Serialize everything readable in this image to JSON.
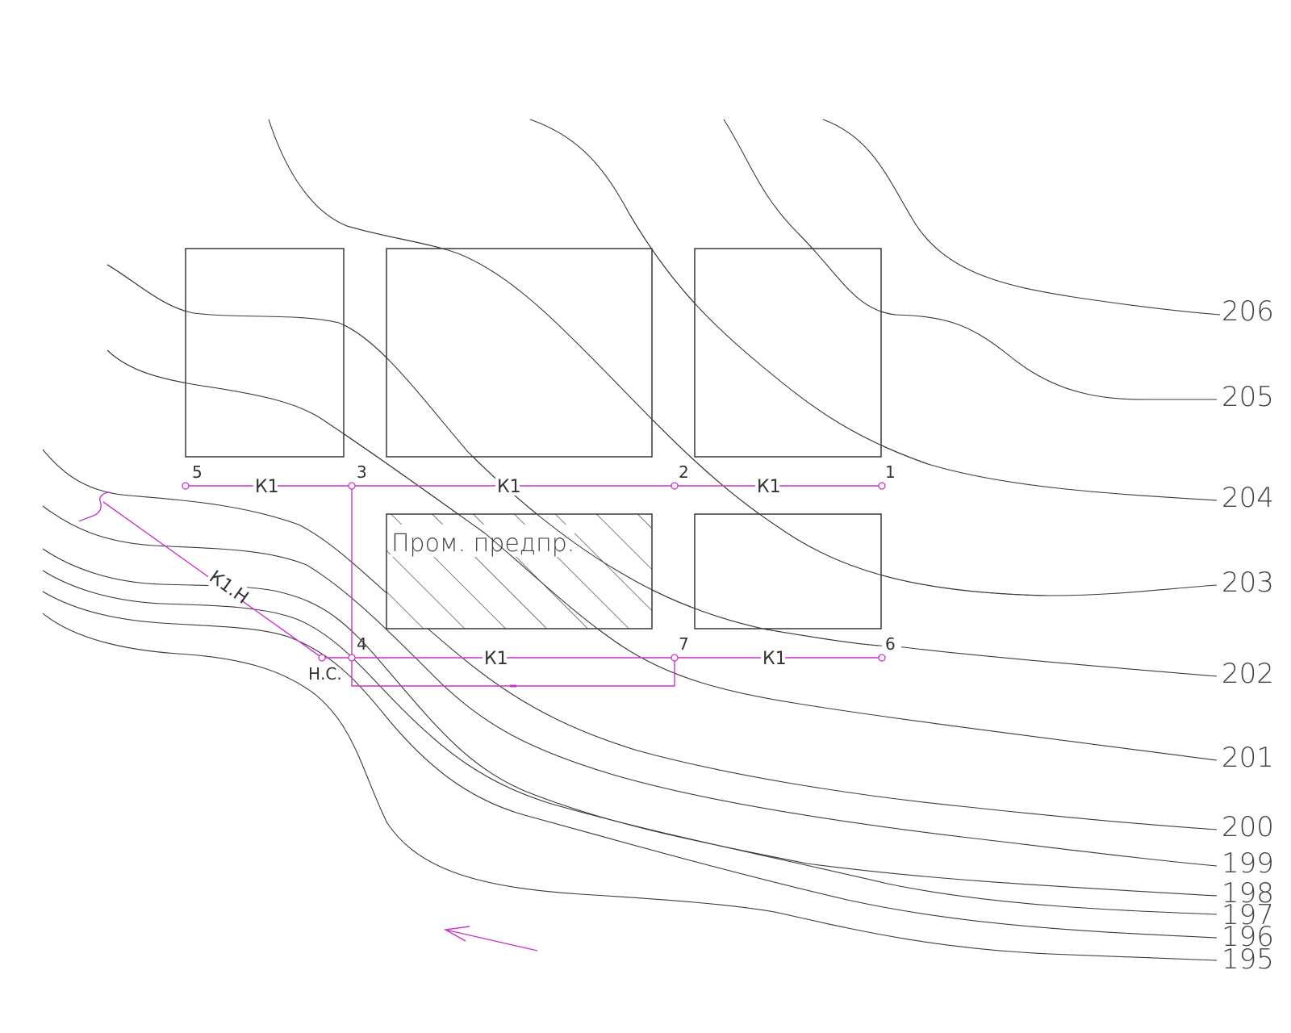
{
  "colors": {
    "contour": "#3a3a3a",
    "network": "#cc33cc",
    "text": "#333333",
    "background": "#ffffff"
  },
  "contours": [
    {
      "id": "206",
      "label": "206"
    },
    {
      "id": "205",
      "label": "205"
    },
    {
      "id": "204",
      "label": "204"
    },
    {
      "id": "203",
      "label": "203"
    },
    {
      "id": "202",
      "label": "202"
    },
    {
      "id": "201",
      "label": "201"
    },
    {
      "id": "200",
      "label": "200"
    },
    {
      "id": "199",
      "label": "199"
    },
    {
      "id": "198",
      "label": "198"
    },
    {
      "id": "197",
      "label": "197"
    },
    {
      "id": "196",
      "label": "196"
    },
    {
      "id": "195",
      "label": "195"
    }
  ],
  "buildings": {
    "industrial_label": "Пром. предпр."
  },
  "network": {
    "segment_label": "К1",
    "pressure_label": "К1.Н",
    "pump_station_label": "Н.С.",
    "nodes": [
      "1",
      "2",
      "3",
      "4",
      "5",
      "6",
      "7"
    ]
  },
  "icons": {
    "flow_direction": "arrow-icon",
    "outfall": "outfall-icon"
  }
}
